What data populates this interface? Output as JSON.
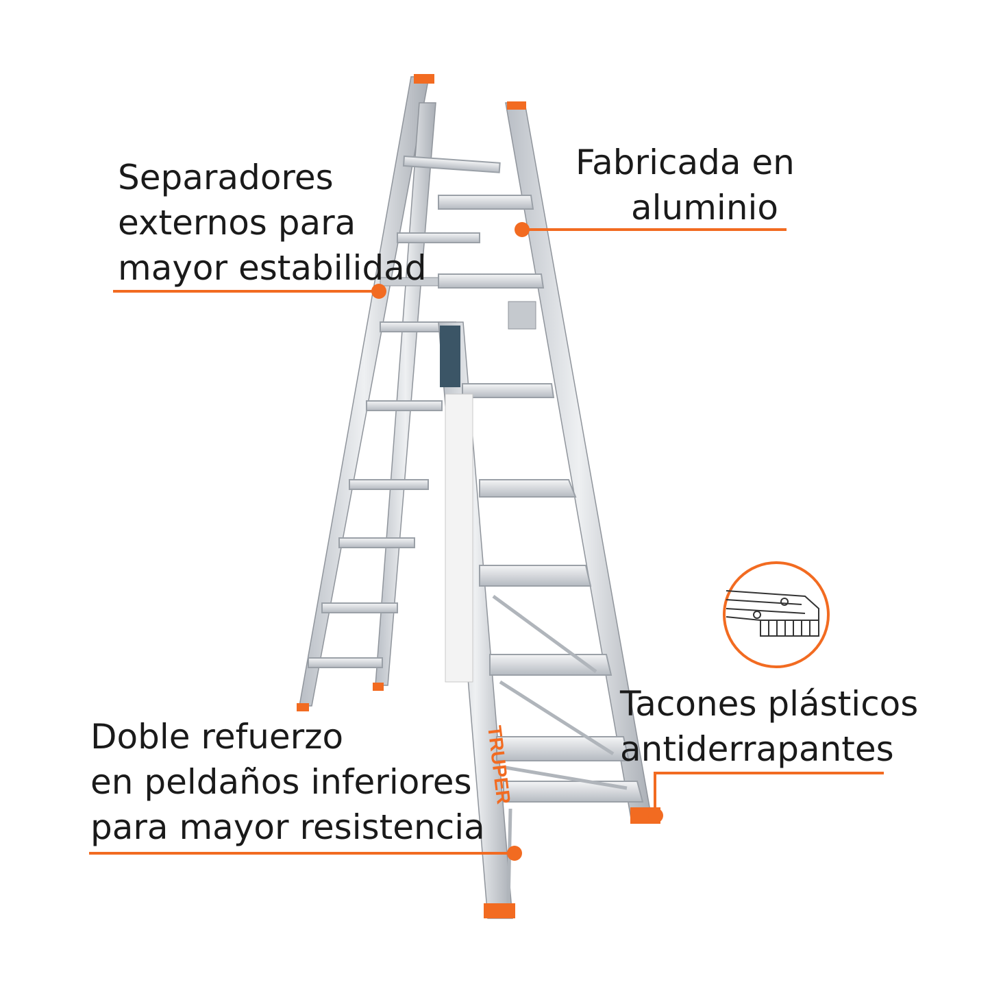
{
  "brand": {
    "accent": "#f26b21",
    "ladder_color": "#d6dadf",
    "brand_text": "TRUPER",
    "brand_mark": "truper-logo-icon"
  },
  "callouts": {
    "separadores": {
      "lines": [
        "Separadores",
        "externos para",
        "mayor estabilidad"
      ]
    },
    "aluminio": {
      "lines": [
        "Fabricada en",
        "aluminio"
      ]
    },
    "refuerzo": {
      "lines": [
        "Doble refuerzo",
        "en peldaños inferiores",
        "para mayor resistencia"
      ]
    },
    "tacones": {
      "lines": [
        "Tacones plásticos",
        "antiderrapantes"
      ]
    }
  },
  "inset_icon": "anti-slip-foot-detail-icon"
}
